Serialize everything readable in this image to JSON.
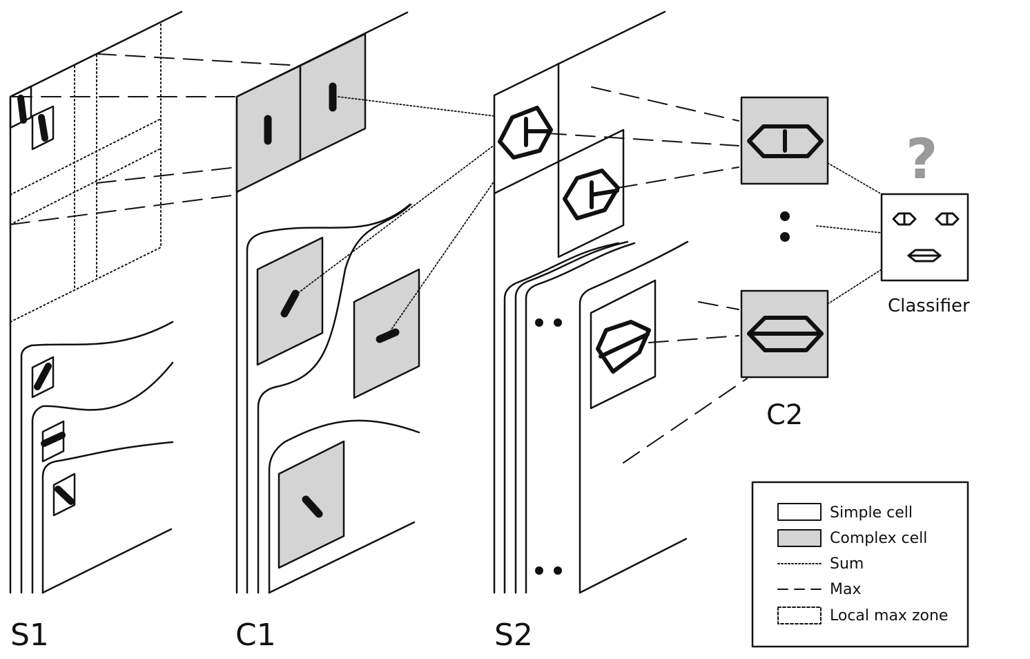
{
  "layers": {
    "s1": "S1",
    "c1": "C1",
    "s2": "S2",
    "c2": "C2"
  },
  "classifier": {
    "label": "Classifier",
    "question_mark": "?"
  },
  "legend": {
    "simple_cell": "Simple cell",
    "complex_cell": "Complex cell",
    "sum": "Sum",
    "max": "Max",
    "local_max_zone": "Local max zone"
  },
  "colors": {
    "complex_fill": "#d4d4d4",
    "stroke": "#111111",
    "question_mark": "#9a9a9a"
  }
}
